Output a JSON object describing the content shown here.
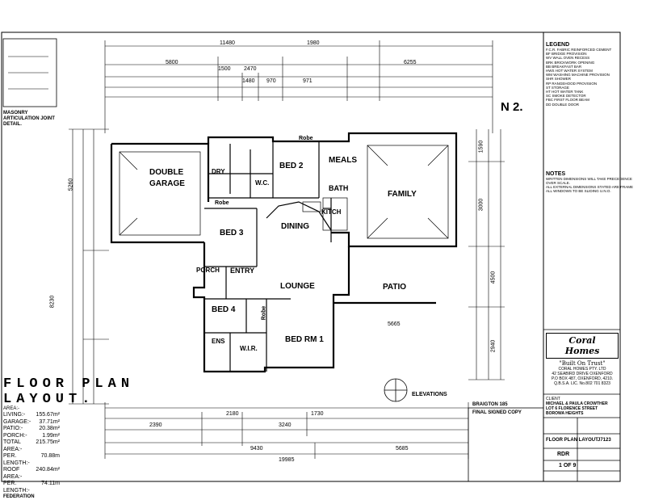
{
  "north_marker": "N 2.",
  "title": {
    "line1": "FLOOR PLAN",
    "line2": "LAYOUT."
  },
  "articulation_title": "MASONRY ARTICULATION JOINT DETAIL.",
  "rooms": {
    "double_garage": "DOUBLE\nGARAGE",
    "bed2": "BED 2",
    "meals": "MEALS",
    "family": "FAMILY",
    "dry": "DRY",
    "wc": "W.C.",
    "bath": "BATH",
    "kitch": "KITCH",
    "robe1": "Robe",
    "robe2": "Robe",
    "robe3": "Robe",
    "bed3": "BED 3",
    "dining": "DINING",
    "entry": "ENTRY",
    "porch": "PORCH",
    "lounge": "LOUNGE",
    "patio": "PATIO",
    "bed4": "BED 4",
    "bed_rm1": "BED RM 1",
    "ens": "ENS",
    "wir": "W.I.R."
  },
  "dimensions": {
    "top_overall": "11480",
    "top_1980": "1980",
    "top_5800": "5800",
    "top_6255": "6255",
    "top_2470": "2470",
    "top_1500": "1500",
    "top_970": "970",
    "top_1480": "1480",
    "top_971": "971",
    "bottom_overall": "19985",
    "bottom_9430": "9430",
    "bottom_5685": "5685",
    "left_8230": "8230",
    "left_5260": "5260",
    "right_1590": "1590",
    "right_3000": "3000",
    "right_4500": "4500",
    "right_2940": "2940",
    "d_2390": "2390",
    "d_2180": "2180",
    "d_1730": "1730",
    "d_3240": "3240",
    "d_5665": "5665"
  },
  "areas": {
    "heading": "AREA:-",
    "rows": [
      {
        "label": "LIVING:-",
        "value": "155.67m²"
      },
      {
        "label": "GARAGE:-",
        "value": "37.71m²"
      },
      {
        "label": "PATIO:-",
        "value": "20.38m²"
      },
      {
        "label": "PORCH:-",
        "value": "1.99m²"
      },
      {
        "label": "TOTAL AREA:-",
        "value": "215.75m²"
      },
      {
        "label": "PER. LENGTH:-",
        "value": "70.88m"
      },
      {
        "label": "ROOF AREA:-",
        "value": "240.84m²"
      },
      {
        "label": "PER. LENGTH:-",
        "value": "74.11m"
      }
    ],
    "footer": "FEDERATION"
  },
  "legend": {
    "heading": "LEGEND",
    "items": [
      "F.C.R. FABRIC REINFORCED CEMENT",
      "BF BRIDGE PROVISION",
      "WV WALL OVEN RECESS",
      "BRK BRICKWORK OPENING",
      "BB BREAKFAST BAR",
      "HWS HOT WATER SYSTEM",
      "WM WASHING MACHINE PROVISION",
      "SHR SHOWER",
      "RP RANGEHOOD PROVISION",
      "ST STORAGE",
      "HT HOT WATER TANK",
      "SC SMOKE DETECTOR",
      "FBC FIRST FLOOR BEAM",
      "DD DOUBLE DOOR"
    ],
    "notes_heading": "NOTES",
    "notes": [
      "WRITTEN DIMENSIONS WILL TAKE PRECEDENCE",
      "OVER SCALE.",
      "ALL EXTERNAL DIMENSIONS STATED ARE FRAME",
      "ALL WINDOWS TO BE SLIDING U.N.O."
    ]
  },
  "company": {
    "name": "Coral Homes",
    "tagline": "\"Built On Trust\"",
    "address1": "CORAL HOMES PTY. LTD",
    "address2": "42 SEABIRD DRIVE OXENFORD",
    "address3": "P.O BOX 487, OXENFORD, 4210.",
    "lic": "Q.B.S.A. LIC. No.802 701 8323"
  },
  "client": {
    "label_client": "CLIENT",
    "client": "MICHAEL & PAULA CROWTHER",
    "lot": "LOT 6 FLORENCE STREET",
    "suburb": "BOROWA HEIGHTS"
  },
  "drawing": {
    "house_type": "BRAIGTON 185",
    "status": "FINAL SIGNED COPY",
    "drawing_title": "FLOOR PLAN LAYOUT",
    "job": "J7123",
    "drawn": "RDR",
    "sheet": "1 OF 9",
    "elevations_label": "ELEVATIONS"
  }
}
